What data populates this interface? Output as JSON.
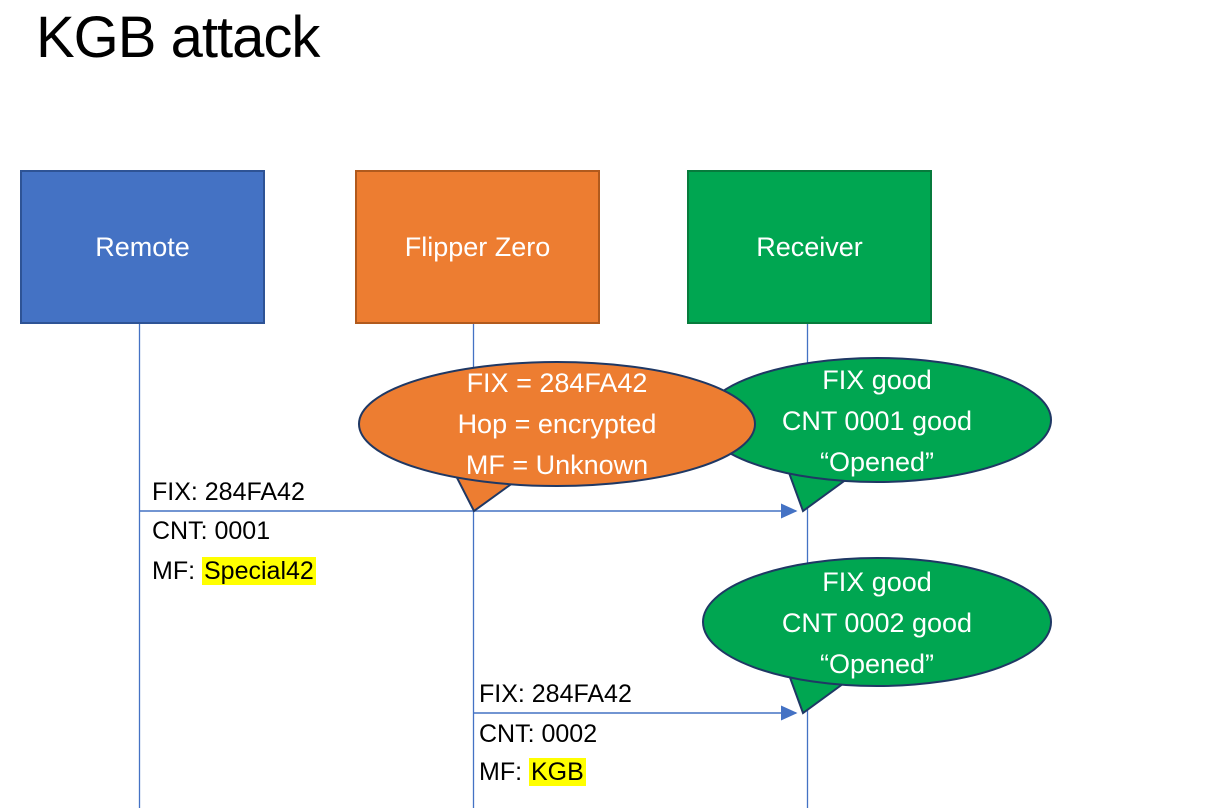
{
  "title": "KGB attack",
  "colors": {
    "blue": "#4472C4",
    "blue_border": "#2E5395",
    "orange": "#ED7D31",
    "orange_border": "#B15A1D",
    "green": "#00A651",
    "green_border": "#077B3C",
    "callout_outline": "#1F3864",
    "connector": "#4472C4",
    "highlight": "#FFFF00"
  },
  "actors": [
    {
      "label": "Remote",
      "color": "#4472C4"
    },
    {
      "label": "Flipper Zero",
      "color": "#ED7D31"
    },
    {
      "label": "Receiver",
      "color": "#00A651"
    }
  ],
  "callouts": [
    {
      "speaker": "Flipper Zero",
      "color": "#ED7D31",
      "line1": "FIX = 284FA42",
      "line2": "Hop = encrypted",
      "line3": "MF = Unknown"
    },
    {
      "speaker": "Receiver",
      "color": "#00A651",
      "line1": "FIX good",
      "line2": "CNT 0001 good",
      "line3": "“Opened”"
    },
    {
      "speaker": "Receiver",
      "color": "#00A651",
      "line1": "FIX good",
      "line2": "CNT 0002 good",
      "line3": "“Opened”"
    }
  ],
  "messages": [
    {
      "from": "Remote",
      "to": "Receiver",
      "fix": "FIX: 284FA42",
      "cnt": "CNT: 0001",
      "mf_prefix": "MF: ",
      "mf_value": "Special42"
    },
    {
      "from": "Flipper Zero",
      "to": "Receiver",
      "fix": "FIX: 284FA42",
      "cnt": "CNT: 0002",
      "mf_prefix": "MF: ",
      "mf_value": "KGB"
    }
  ]
}
